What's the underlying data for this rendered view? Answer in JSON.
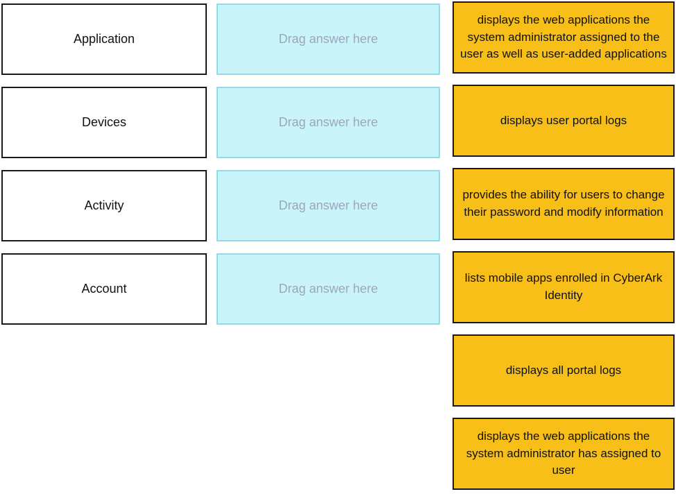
{
  "terms": [
    {
      "label": "Application"
    },
    {
      "label": "Devices"
    },
    {
      "label": "Activity"
    },
    {
      "label": "Account"
    }
  ],
  "drop_zones": [
    {
      "placeholder": "Drag answer here"
    },
    {
      "placeholder": "Drag answer here"
    },
    {
      "placeholder": "Drag answer here"
    },
    {
      "placeholder": "Drag answer here"
    }
  ],
  "answers": [
    {
      "text": "displays the web applications the system administrator assigned to the user as well as user-added applications"
    },
    {
      "text": "displays user portal logs"
    },
    {
      "text": "provides the ability for users to change their password and modify information"
    },
    {
      "text": "lists mobile apps enrolled in CyberArk Identity"
    },
    {
      "text": "displays all portal logs"
    },
    {
      "text": "displays the web applications the system administrator has assigned to user"
    }
  ],
  "colors": {
    "answer_background": "#f7bf17",
    "drop_zone_background": "#c9f4fa",
    "drop_zone_border": "#8edde8",
    "box_border": "#1a1a1a",
    "placeholder_text": "#9ba6bd"
  }
}
